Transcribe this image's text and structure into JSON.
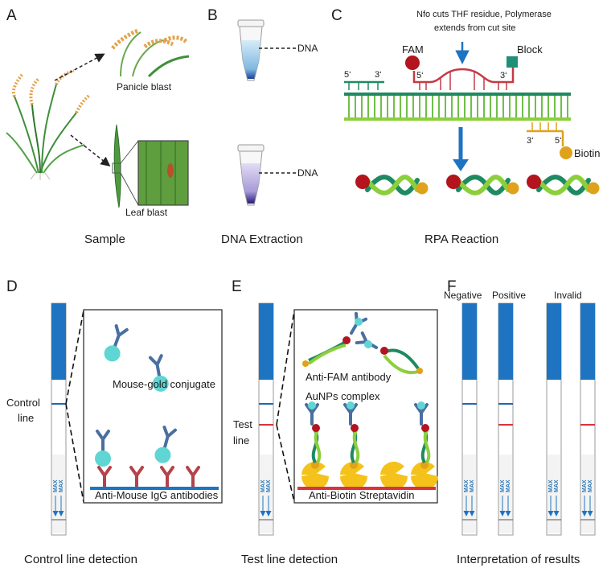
{
  "panels": {
    "A": {
      "letter": "A",
      "caption": "Sample",
      "panicle_label": "Panicle blast",
      "leaf_label": "Leaf blast"
    },
    "B": {
      "letter": "B",
      "caption": "DNA Extraction",
      "dna_label_top": "DNA",
      "dna_label_bottom": "DNA"
    },
    "C": {
      "letter": "C",
      "caption": "RPA Reaction",
      "note_line1": "Nfo cuts THF residue, Polymerase",
      "note_line2": "extends from cut site",
      "fam_label": "FAM",
      "block_label": "Block",
      "biotin_label": "Biotin",
      "prime_5_left": "5‘",
      "prime_3_left": "3‘",
      "prime_5_probe": "5‘",
      "prime_3_probe": "3‘",
      "prime_3_reverse": "3‘",
      "prime_5_reverse": "5‘"
    },
    "D": {
      "letter": "D",
      "caption": "Control line detection",
      "line_label_1": "Control",
      "line_label_2": "line",
      "conjugate_label": "Mouse-gold conjugate",
      "capture_label": "Anti-Mouse IgG antibodies"
    },
    "E": {
      "letter": "E",
      "caption": "Test line detection",
      "line_label_1": "Test",
      "line_label_2": "line",
      "complex_label_1": "Anti-FAM antibody",
      "complex_label_2": "AuNPs complex",
      "capture_label": "Anti-Biotin Streptavidin"
    },
    "F": {
      "letter": "F",
      "caption": "Interpretation of results",
      "negative_label": "Negative",
      "positive_label": "Positive",
      "invalid_label": "Invalid"
    }
  },
  "strip": {
    "max_text": "MAX"
  },
  "colors": {
    "strip_blue": "#1f74c2",
    "control_line": "#2067b3",
    "test_line": "#d8343a",
    "dna_green_dark": "#1f8a62",
    "dna_green_light": "#8ccf3c",
    "fam_red": "#b3141e",
    "biotin_gold": "#e0a21a",
    "gold_particle": "#5fd6d4",
    "antibody_blue": "#4a6fa0",
    "igg_red": "#b3444a",
    "streptavidin": "#f4c21a",
    "block_teal": "#1f8f78"
  }
}
